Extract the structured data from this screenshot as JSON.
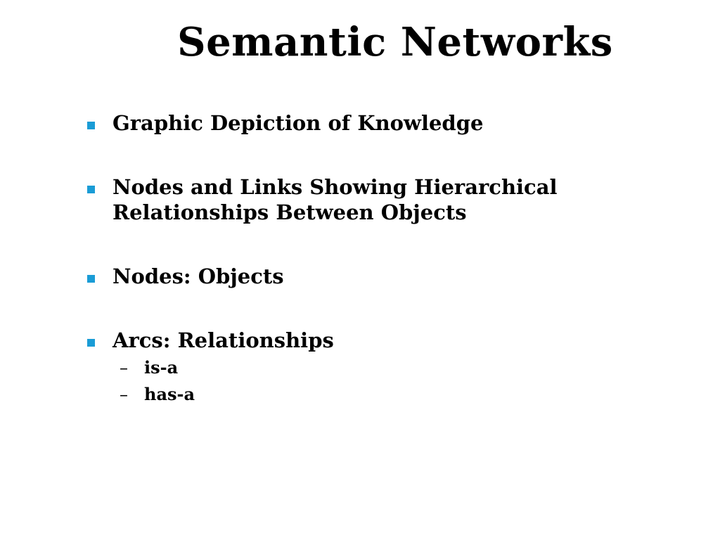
{
  "slide": {
    "title": "Semantic Networks",
    "bullet_color": "#1a9cd6",
    "bullets": [
      {
        "text": "Graphic Depiction of Knowledge"
      },
      {
        "text": "Nodes and Links Showing Hierarchical Relationships Between Objects"
      },
      {
        "text": "Nodes: Objects"
      },
      {
        "text": "Arcs: Relationships",
        "sub_marker": "–",
        "sub_items": [
          "is-a",
          "has-a"
        ]
      }
    ]
  }
}
